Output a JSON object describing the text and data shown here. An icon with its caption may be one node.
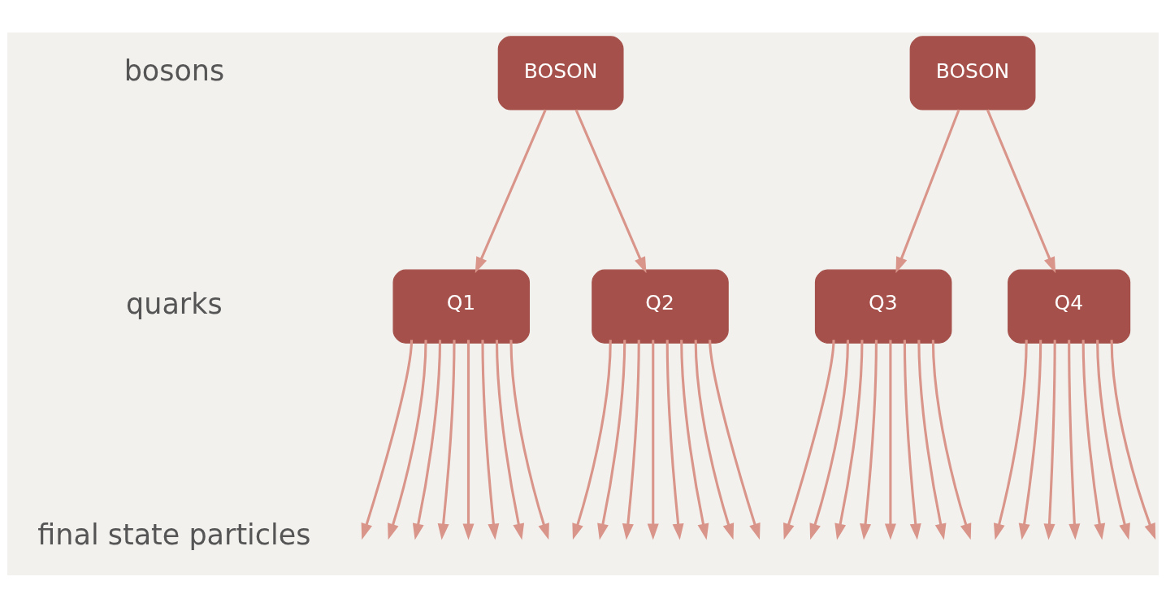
{
  "diagram": {
    "nodes": [
      {
        "text": [
          "BOSON"
        ]
      },
      {
        "text": [
          "BOSON"
        ]
      },
      {
        "text": [
          "Q1"
        ]
      },
      {
        "text": [
          "Q2"
        ]
      },
      {
        "text": [
          "Q3"
        ]
      },
      {
        "text": [
          "Q4"
        ]
      }
    ],
    "edges": [
      {
        "from": 0,
        "to": 2,
        "arrow": "to"
      },
      {
        "from": 0,
        "to": 3,
        "arrow": "to"
      },
      {
        "from": 1,
        "to": 4,
        "arrow": "to"
      },
      {
        "from": 1,
        "to": 5,
        "arrow": "to"
      },
      {
        "from": 2,
        "to": null,
        "arrow": "to"
      },
      {
        "from": 2,
        "to": null,
        "arrow": "to"
      },
      {
        "from": 2,
        "to": null,
        "arrow": "to"
      },
      {
        "from": 2,
        "to": null,
        "arrow": "to"
      },
      {
        "from": 2,
        "to": null,
        "arrow": "to"
      },
      {
        "from": 2,
        "to": null,
        "arrow": "to"
      },
      {
        "from": 2,
        "to": null,
        "arrow": "to"
      },
      {
        "from": 2,
        "to": null,
        "arrow": "to"
      },
      {
        "from": 3,
        "to": null,
        "arrow": "to"
      },
      {
        "from": 3,
        "to": null,
        "arrow": "to"
      },
      {
        "from": 3,
        "to": null,
        "arrow": "to"
      },
      {
        "from": 3,
        "to": null,
        "arrow": "to"
      },
      {
        "from": 3,
        "to": null,
        "arrow": "to"
      },
      {
        "from": 3,
        "to": null,
        "arrow": "to"
      },
      {
        "from": 3,
        "to": null,
        "arrow": "to"
      },
      {
        "from": 3,
        "to": null,
        "arrow": "to"
      },
      {
        "from": 4,
        "to": null,
        "arrow": "to"
      },
      {
        "from": 4,
        "to": null,
        "arrow": "to"
      },
      {
        "from": 4,
        "to": null,
        "arrow": "to"
      },
      {
        "from": 4,
        "to": null,
        "arrow": "to"
      },
      {
        "from": 4,
        "to": null,
        "arrow": "to"
      },
      {
        "from": 4,
        "to": null,
        "arrow": "to"
      },
      {
        "from": 4,
        "to": null,
        "arrow": "to"
      },
      {
        "from": 4,
        "to": null,
        "arrow": "to"
      },
      {
        "from": 5,
        "to": null,
        "arrow": "to"
      },
      {
        "from": 5,
        "to": null,
        "arrow": "to"
      },
      {
        "from": 5,
        "to": null,
        "arrow": "to"
      },
      {
        "from": 5,
        "to": null,
        "arrow": "to"
      },
      {
        "from": 5,
        "to": null,
        "arrow": "to"
      },
      {
        "from": 5,
        "to": null,
        "arrow": "to"
      },
      {
        "from": 5,
        "to": null,
        "arrow": "to"
      }
    ],
    "labels": [
      "bosons",
      "quarks",
      "final state particles"
    ]
  }
}
